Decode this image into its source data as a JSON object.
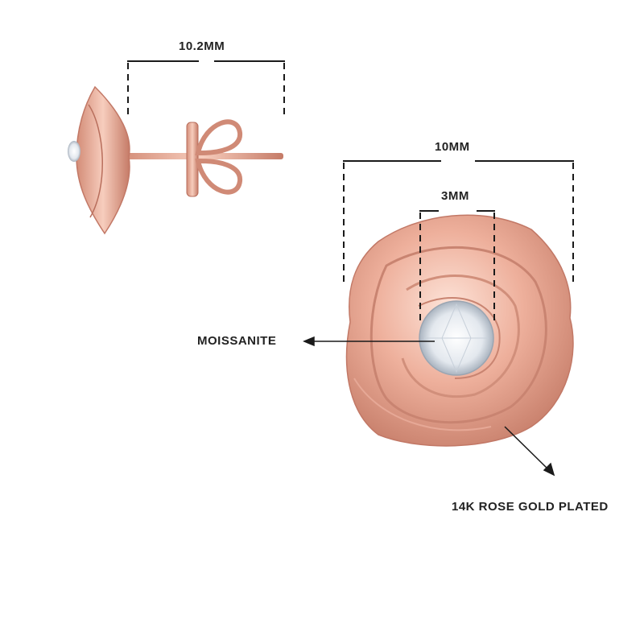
{
  "dimensions": {
    "side_width": "10.2MM",
    "face_width": "10MM",
    "stone_width": "3MM"
  },
  "callouts": {
    "stone": "MOISSANITE",
    "metal": "14K ROSE GOLD PLATED"
  },
  "colors": {
    "rose_gold": "#e9a58f",
    "rose_gold_dark": "#c97a66",
    "rose_gold_light": "#fbd9cc",
    "line": "#1a1a1a"
  }
}
